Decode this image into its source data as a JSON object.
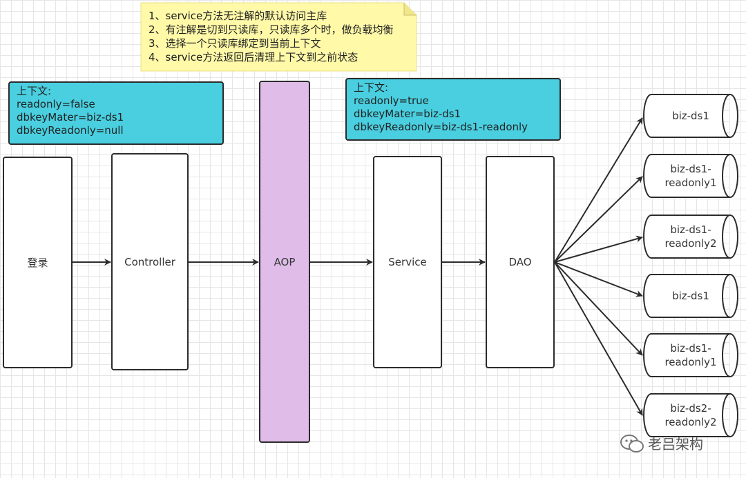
{
  "note": {
    "lines": [
      "1、service方法无注解的默认访问主库",
      "2、有注解是切到只读库，只读库多个时，做负载均衡",
      "3、选择一个只读库绑定到当前上下文",
      "4、service方法返回后清理上下文到之前状态"
    ]
  },
  "context_left": {
    "title": "上下文:",
    "lines": [
      "readonly=false",
      "dbkeyMater=biz-ds1",
      "dbkeyReadonly=null"
    ]
  },
  "context_right": {
    "title": "上下文:",
    "lines": [
      "readonly=true",
      "dbkeyMater=biz-ds1",
      "dbkeyReadonly=biz-ds1-readonly"
    ]
  },
  "nodes": {
    "login": "登录",
    "controller": "Controller",
    "aop": "AOP",
    "service": "Service",
    "dao": "DAO"
  },
  "databases": [
    "biz-ds1",
    "biz-ds1-readonly1",
    "biz-ds1-readonly2",
    "biz-ds1",
    "biz-ds1-readonly1",
    "biz-ds2-readonly2"
  ],
  "watermark": "老吕架构",
  "colors": {
    "aop_fill": "#dfbde8",
    "context_fill": "#49cfe0",
    "note_fill": "#fff9a8"
  }
}
